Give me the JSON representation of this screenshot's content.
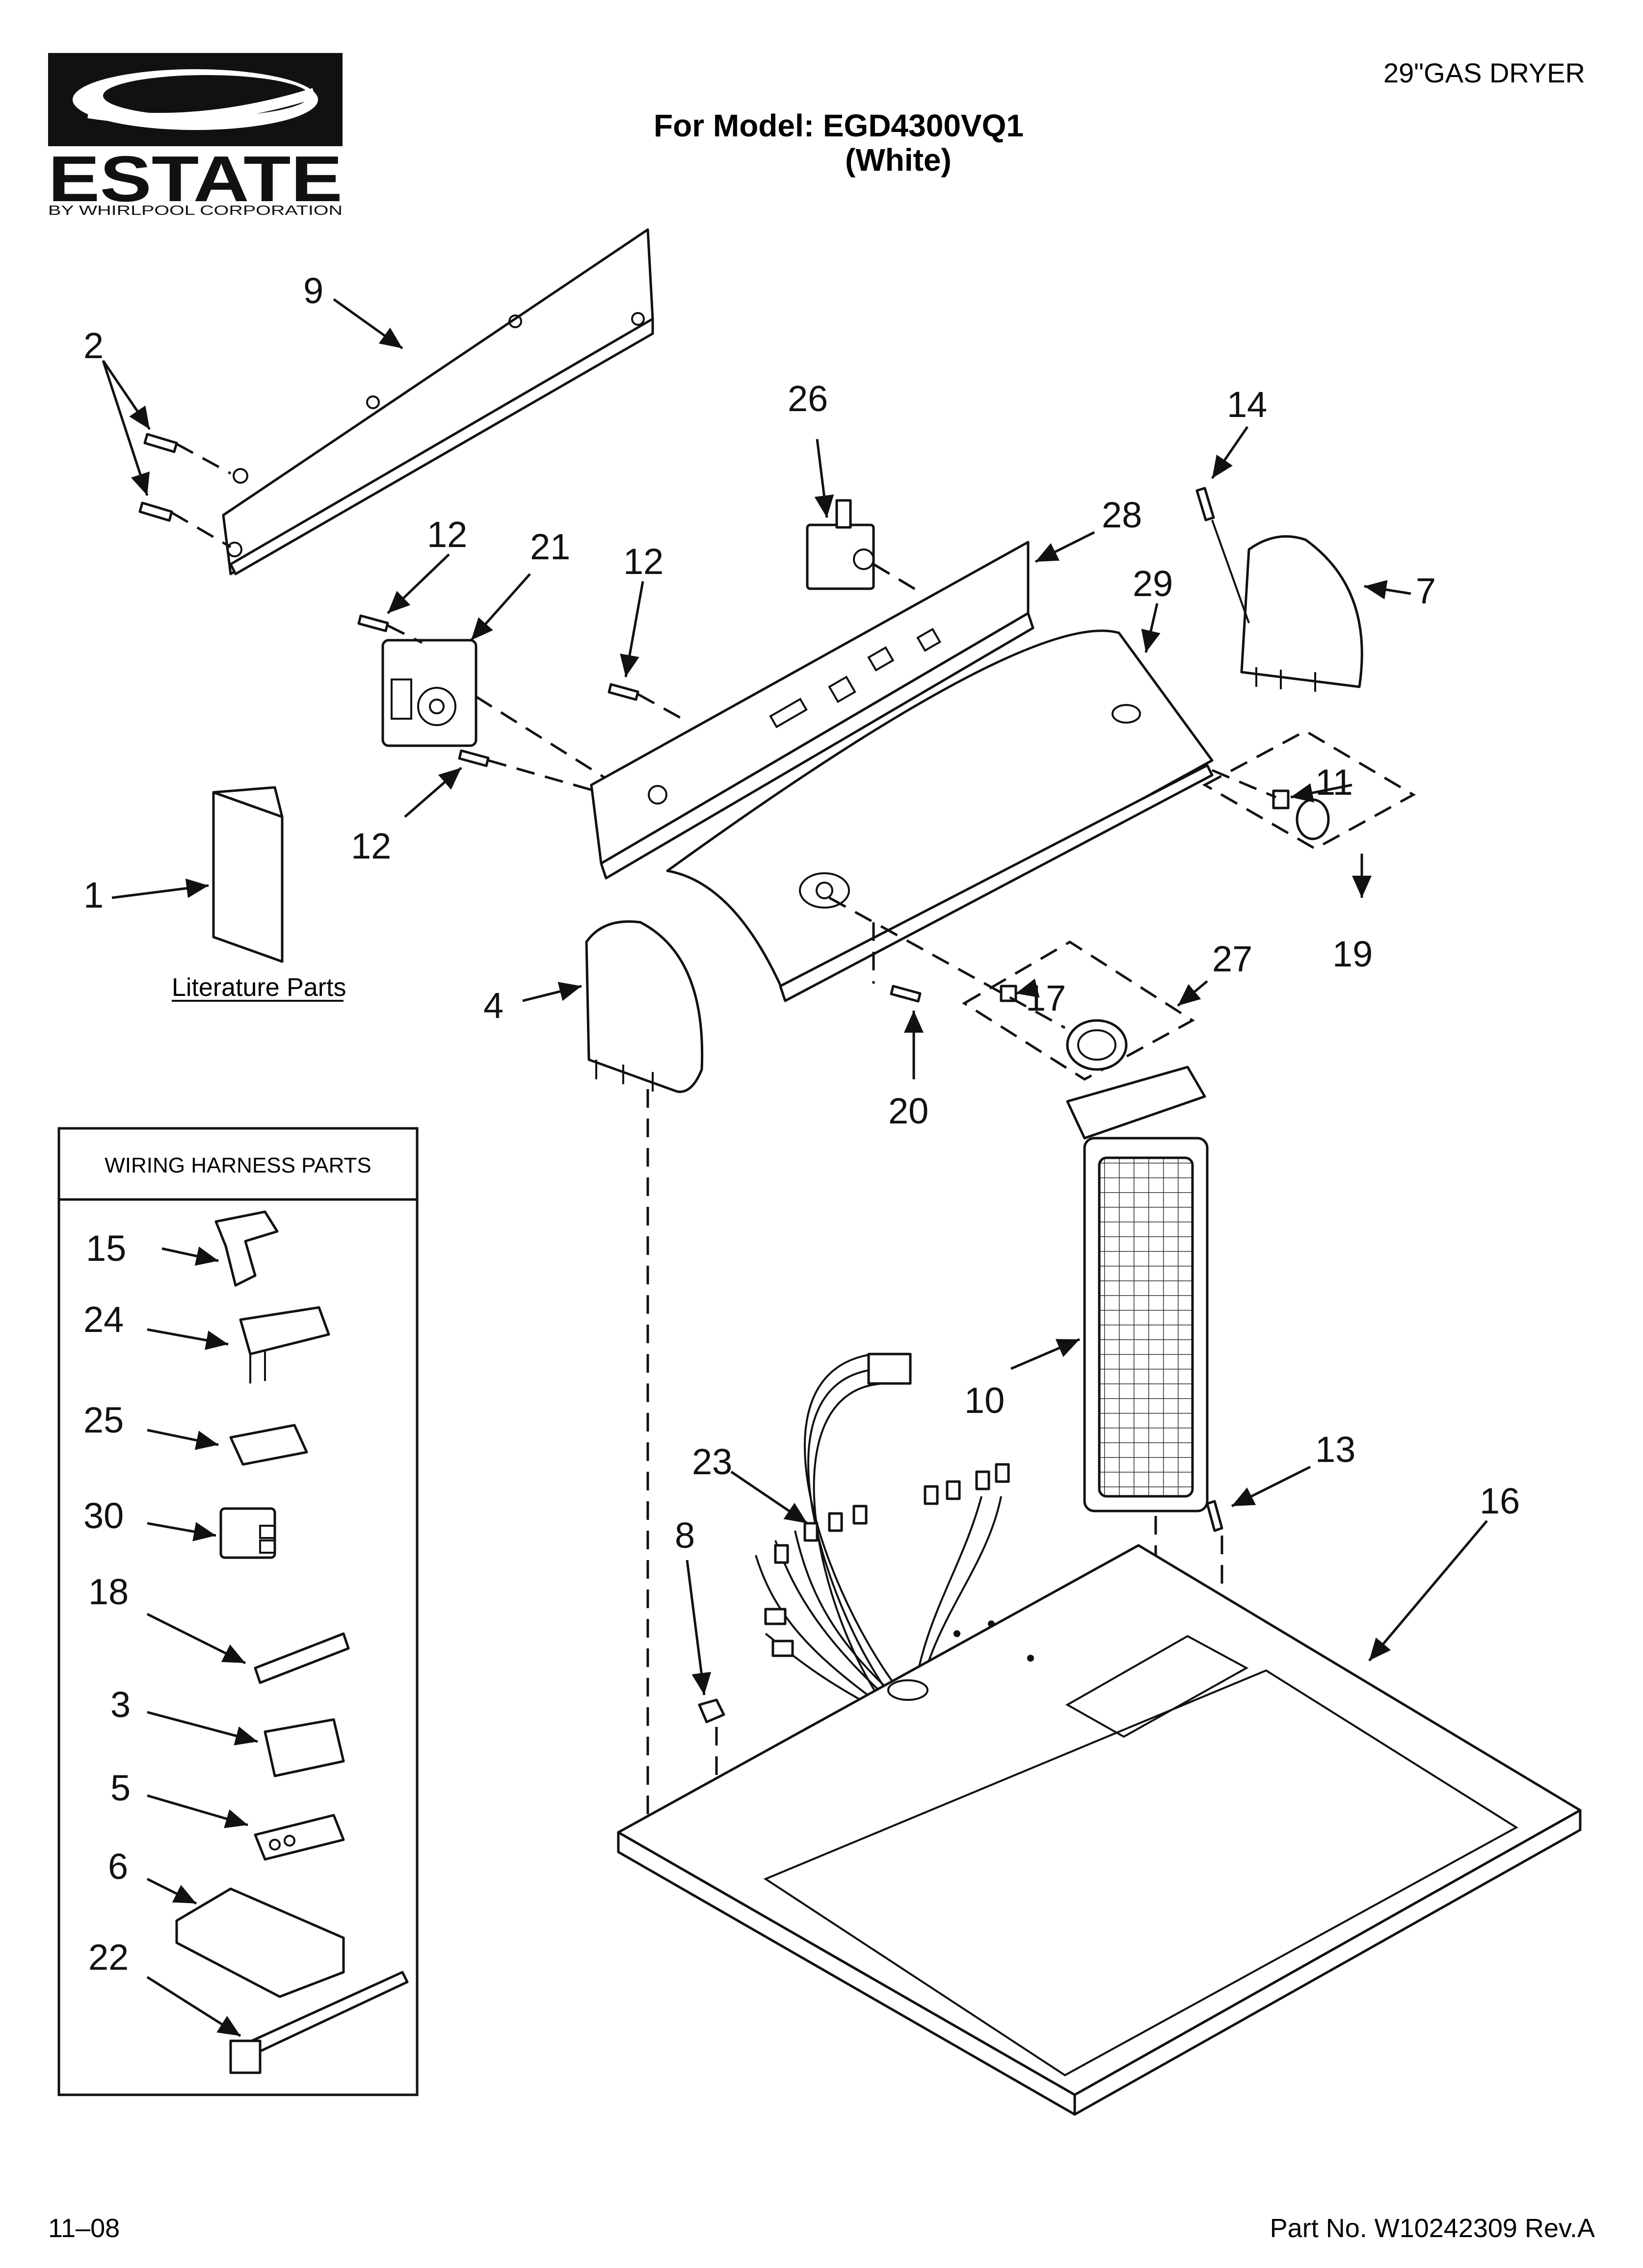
{
  "brand": {
    "name": "ESTATE",
    "tagline": "BY WHIRLPOOL CORPORATION"
  },
  "header": {
    "product": "29\"GAS DRYER",
    "model_line": "For Model: EGD4300VQ1",
    "color_line": "(White)"
  },
  "literature": {
    "label": "Literature Parts"
  },
  "wiring_box": {
    "title": "WIRING HARNESS PARTS"
  },
  "callouts": {
    "c1": "1",
    "c2": "2",
    "c3": "3",
    "c4": "4",
    "c5": "5",
    "c6": "6",
    "c7": "7",
    "c8": "8",
    "c9": "9",
    "c10": "10",
    "c11": "11",
    "c12a": "12",
    "c12b": "12",
    "c12c": "12",
    "c13": "13",
    "c14": "14",
    "c15": "15",
    "c16": "16",
    "c17": "17",
    "c18": "18",
    "c19": "19",
    "c20": "20",
    "c21": "21",
    "c22": "22",
    "c23": "23",
    "c24": "24",
    "c25": "25",
    "c26": "26",
    "c27": "27",
    "c28": "28",
    "c29": "29",
    "c30": "30"
  },
  "footer": {
    "date": "11–08",
    "part_no": "Part No. W10242309 Rev.A"
  }
}
